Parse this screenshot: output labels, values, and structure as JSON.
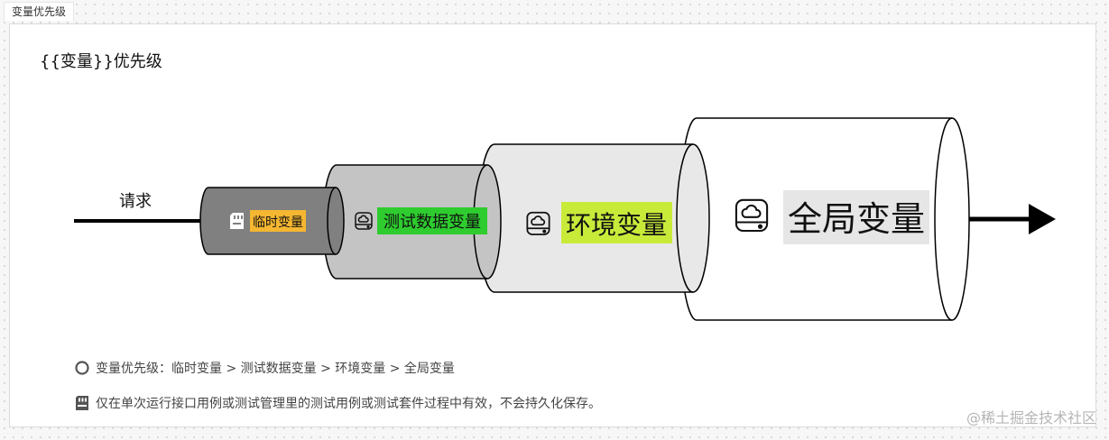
{
  "tab": {
    "label": "变量优先级"
  },
  "title": "{{变量}}优先级",
  "diagram": {
    "request_label": "请求",
    "layers": [
      {
        "label": "临时变量",
        "icon": "sd-card-icon",
        "fill": "#808080",
        "highlight": "#f5b731"
      },
      {
        "label": "测试数据变量",
        "icon": "cloud-drive-icon",
        "fill": "#c4c4c4",
        "highlight": "#2ecc2e"
      },
      {
        "label": "环境变量",
        "icon": "cloud-drive-icon",
        "fill": "#e8e8e8",
        "highlight": "#c8eb3a"
      },
      {
        "label": "全局变量",
        "icon": "cloud-drive-icon",
        "fill": "#ffffff",
        "highlight": "#e6e6e6"
      }
    ]
  },
  "notes": [
    {
      "icon": "circle-icon",
      "text": "变量优先级：临时变量 > 测试数据变量 > 环境变量 > 全局变量"
    },
    {
      "icon": "sd-card-icon",
      "text": "仅在单次运行接口用例或测试管理里的测试用例或测试套件过程中有效，不会持久化保存。"
    }
  ],
  "watermark": "@稀土掘金技术社区"
}
